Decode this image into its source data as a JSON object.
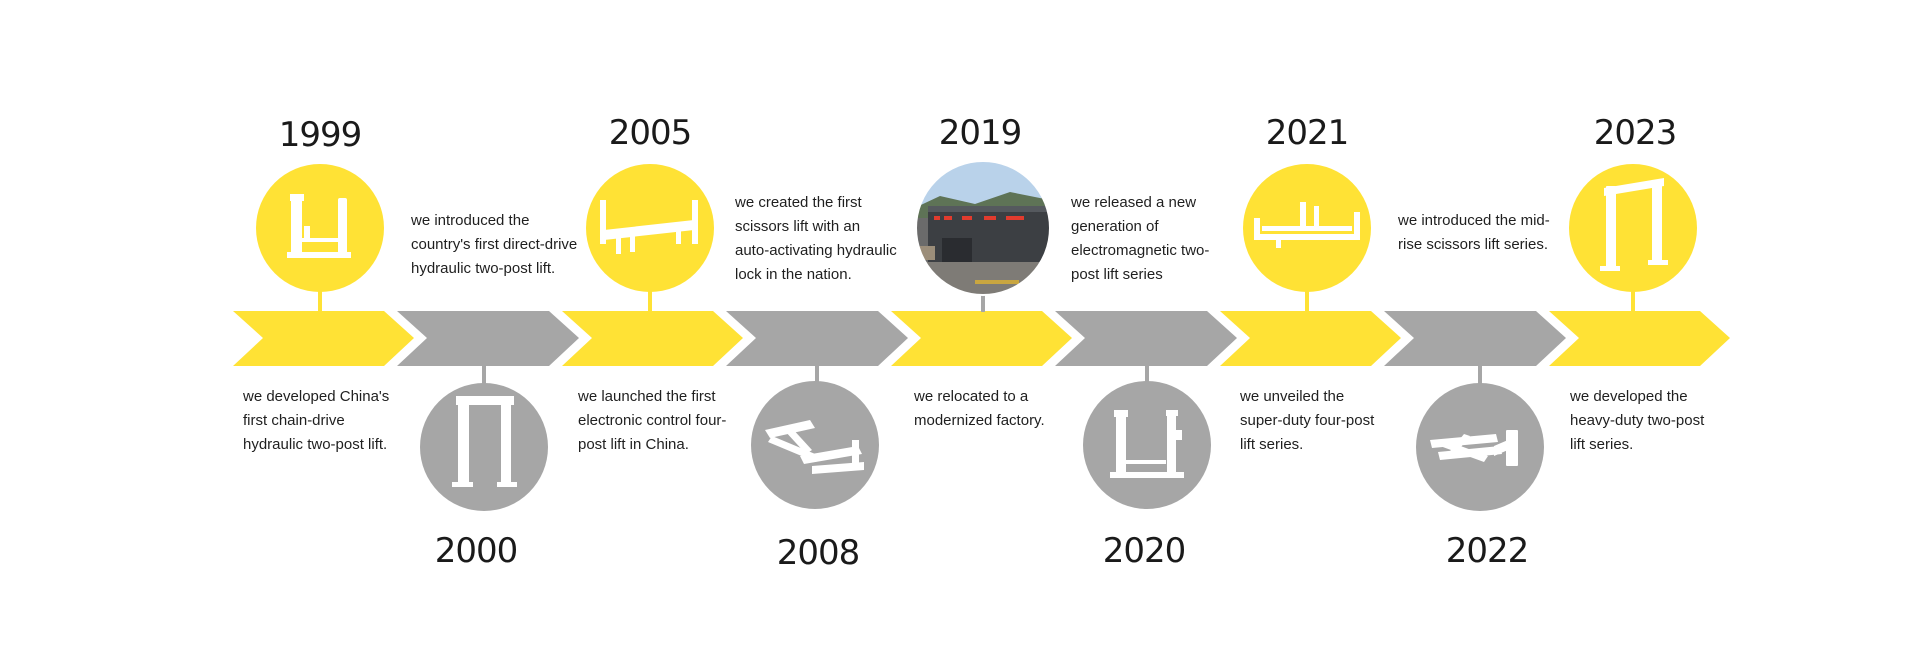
{
  "timeline": {
    "colors": {
      "yellow": "#FFE235",
      "gray": "#A6A6A6",
      "icon": "#FFFFFF"
    },
    "milestones": [
      {
        "year": "1999",
        "text": "we developed China's\nfirst chain-drive\nhydraulic two-post lift.",
        "color": "yellow",
        "icon": "two-post-lift-icon"
      },
      {
        "year": "2000",
        "text": "we introduced the\ncountry's first direct-drive\nhydraulic two-post lift.",
        "color": "gray",
        "icon": "clear-floor-two-post-lift-icon"
      },
      {
        "year": "2005",
        "text": "we launched the first\nelectronic control four-\npost lift in China.",
        "color": "yellow",
        "icon": "four-post-lift-icon"
      },
      {
        "year": "2008",
        "text": "we created the first\nscissors lift with an\nauto-activating hydraulic\nlock in the nation.",
        "color": "gray",
        "icon": "scissor-lift-icon"
      },
      {
        "year": "2019",
        "text": "we relocated to a\nmodernized factory.",
        "color": "yellow",
        "icon": "factory-photo"
      },
      {
        "year": "2020",
        "text": "we released a new\ngeneration of\nelectromagnetic two-\npost lift series",
        "color": "gray",
        "icon": "electromagnetic-two-post-lift-icon"
      },
      {
        "year": "2021",
        "text": "we unveiled the\nsuper-duty four-post\nlift series.",
        "color": "yellow",
        "icon": "super-duty-four-post-lift-icon"
      },
      {
        "year": "2022",
        "text": " we introduced the mid-\nrise scissors lift series.",
        "color": "gray",
        "icon": "mid-rise-scissor-lift-icon"
      },
      {
        "year": "2023",
        "text": "we developed the\nheavy-duty two-post\nlift series.",
        "color": "yellow",
        "icon": "heavy-duty-two-post-lift-icon"
      }
    ]
  }
}
